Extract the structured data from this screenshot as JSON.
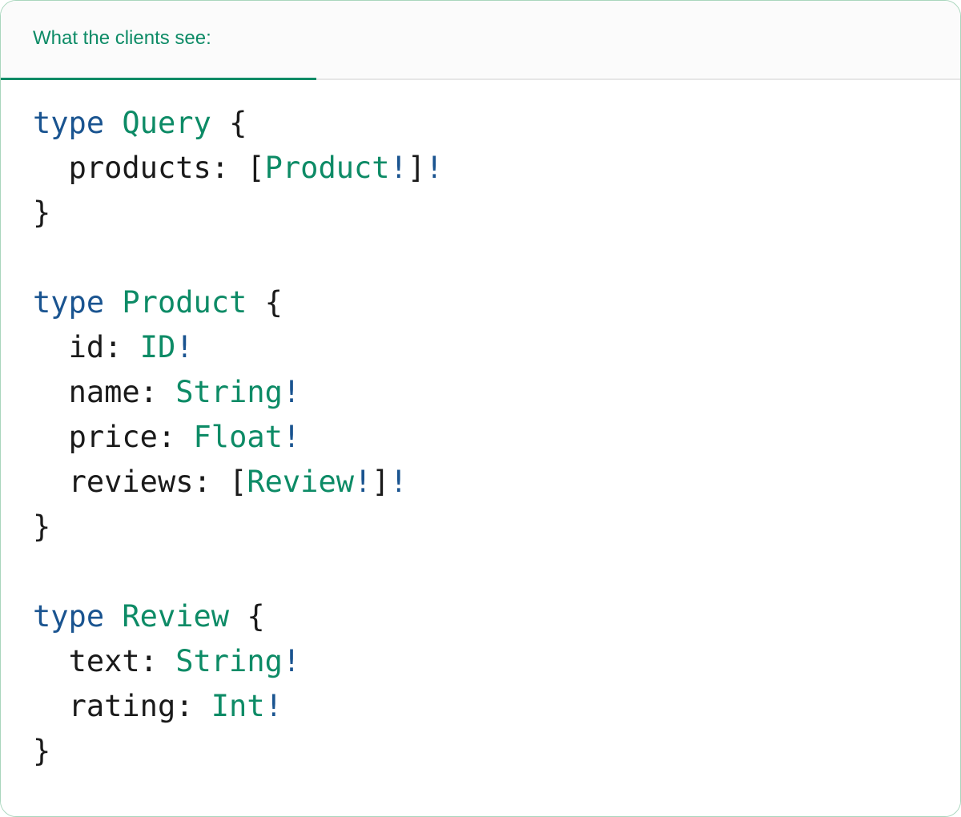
{
  "card": {
    "border_color": "#a9d6bd",
    "background": "#ffffff"
  },
  "header": {
    "tab_label": "What the clients see:",
    "tab_active": true,
    "accent_color": "#0d8b66",
    "strip_background": "#fbfbfb",
    "rule_color": "#e6e6e6"
  },
  "theme": {
    "keyword_color": "#1a5490",
    "type_color": "#0d8b66",
    "bang_color": "#1a5490",
    "punctuation_color": "#1a1a1a",
    "field_color": "#1a1a1a"
  },
  "code": {
    "language": "graphql",
    "raw": "type Query {\n  products: [Product!]!\n}\n\ntype Product {\n  id: ID!\n  name: String!\n  price: Float!\n  reviews: [Review!]!\n}\n\ntype Review {\n  text: String!\n  rating: Int!\n}",
    "lines": [
      {
        "kw": "type",
        "sp1": " ",
        "type": "Query",
        "sp2": " ",
        "pun": "{"
      },
      {
        "indent": "  ",
        "name": "products",
        "colon": ": ",
        "open": "[",
        "type": "Product",
        "bang1": "!",
        "close": "]",
        "bang2": "!"
      },
      {
        "pun": "}"
      },
      {
        "blank": true
      },
      {
        "kw": "type",
        "sp1": " ",
        "type": "Product",
        "sp2": " ",
        "pun": "{"
      },
      {
        "indent": "  ",
        "name": "id",
        "colon": ": ",
        "type": "ID",
        "bang1": "!"
      },
      {
        "indent": "  ",
        "name": "name",
        "colon": ": ",
        "type": "String",
        "bang1": "!"
      },
      {
        "indent": "  ",
        "name": "price",
        "colon": ": ",
        "type": "Float",
        "bang1": "!"
      },
      {
        "indent": "  ",
        "name": "reviews",
        "colon": ": ",
        "open": "[",
        "type": "Review",
        "bang1": "!",
        "close": "]",
        "bang2": "!"
      },
      {
        "pun": "}"
      },
      {
        "blank": true
      },
      {
        "kw": "type",
        "sp1": " ",
        "type": "Review",
        "sp2": " ",
        "pun": "{"
      },
      {
        "indent": "  ",
        "name": "text",
        "colon": ": ",
        "type": "String",
        "bang1": "!"
      },
      {
        "indent": "  ",
        "name": "rating",
        "colon": ": ",
        "type": "Int",
        "bang1": "!"
      },
      {
        "pun": "}"
      }
    ]
  }
}
